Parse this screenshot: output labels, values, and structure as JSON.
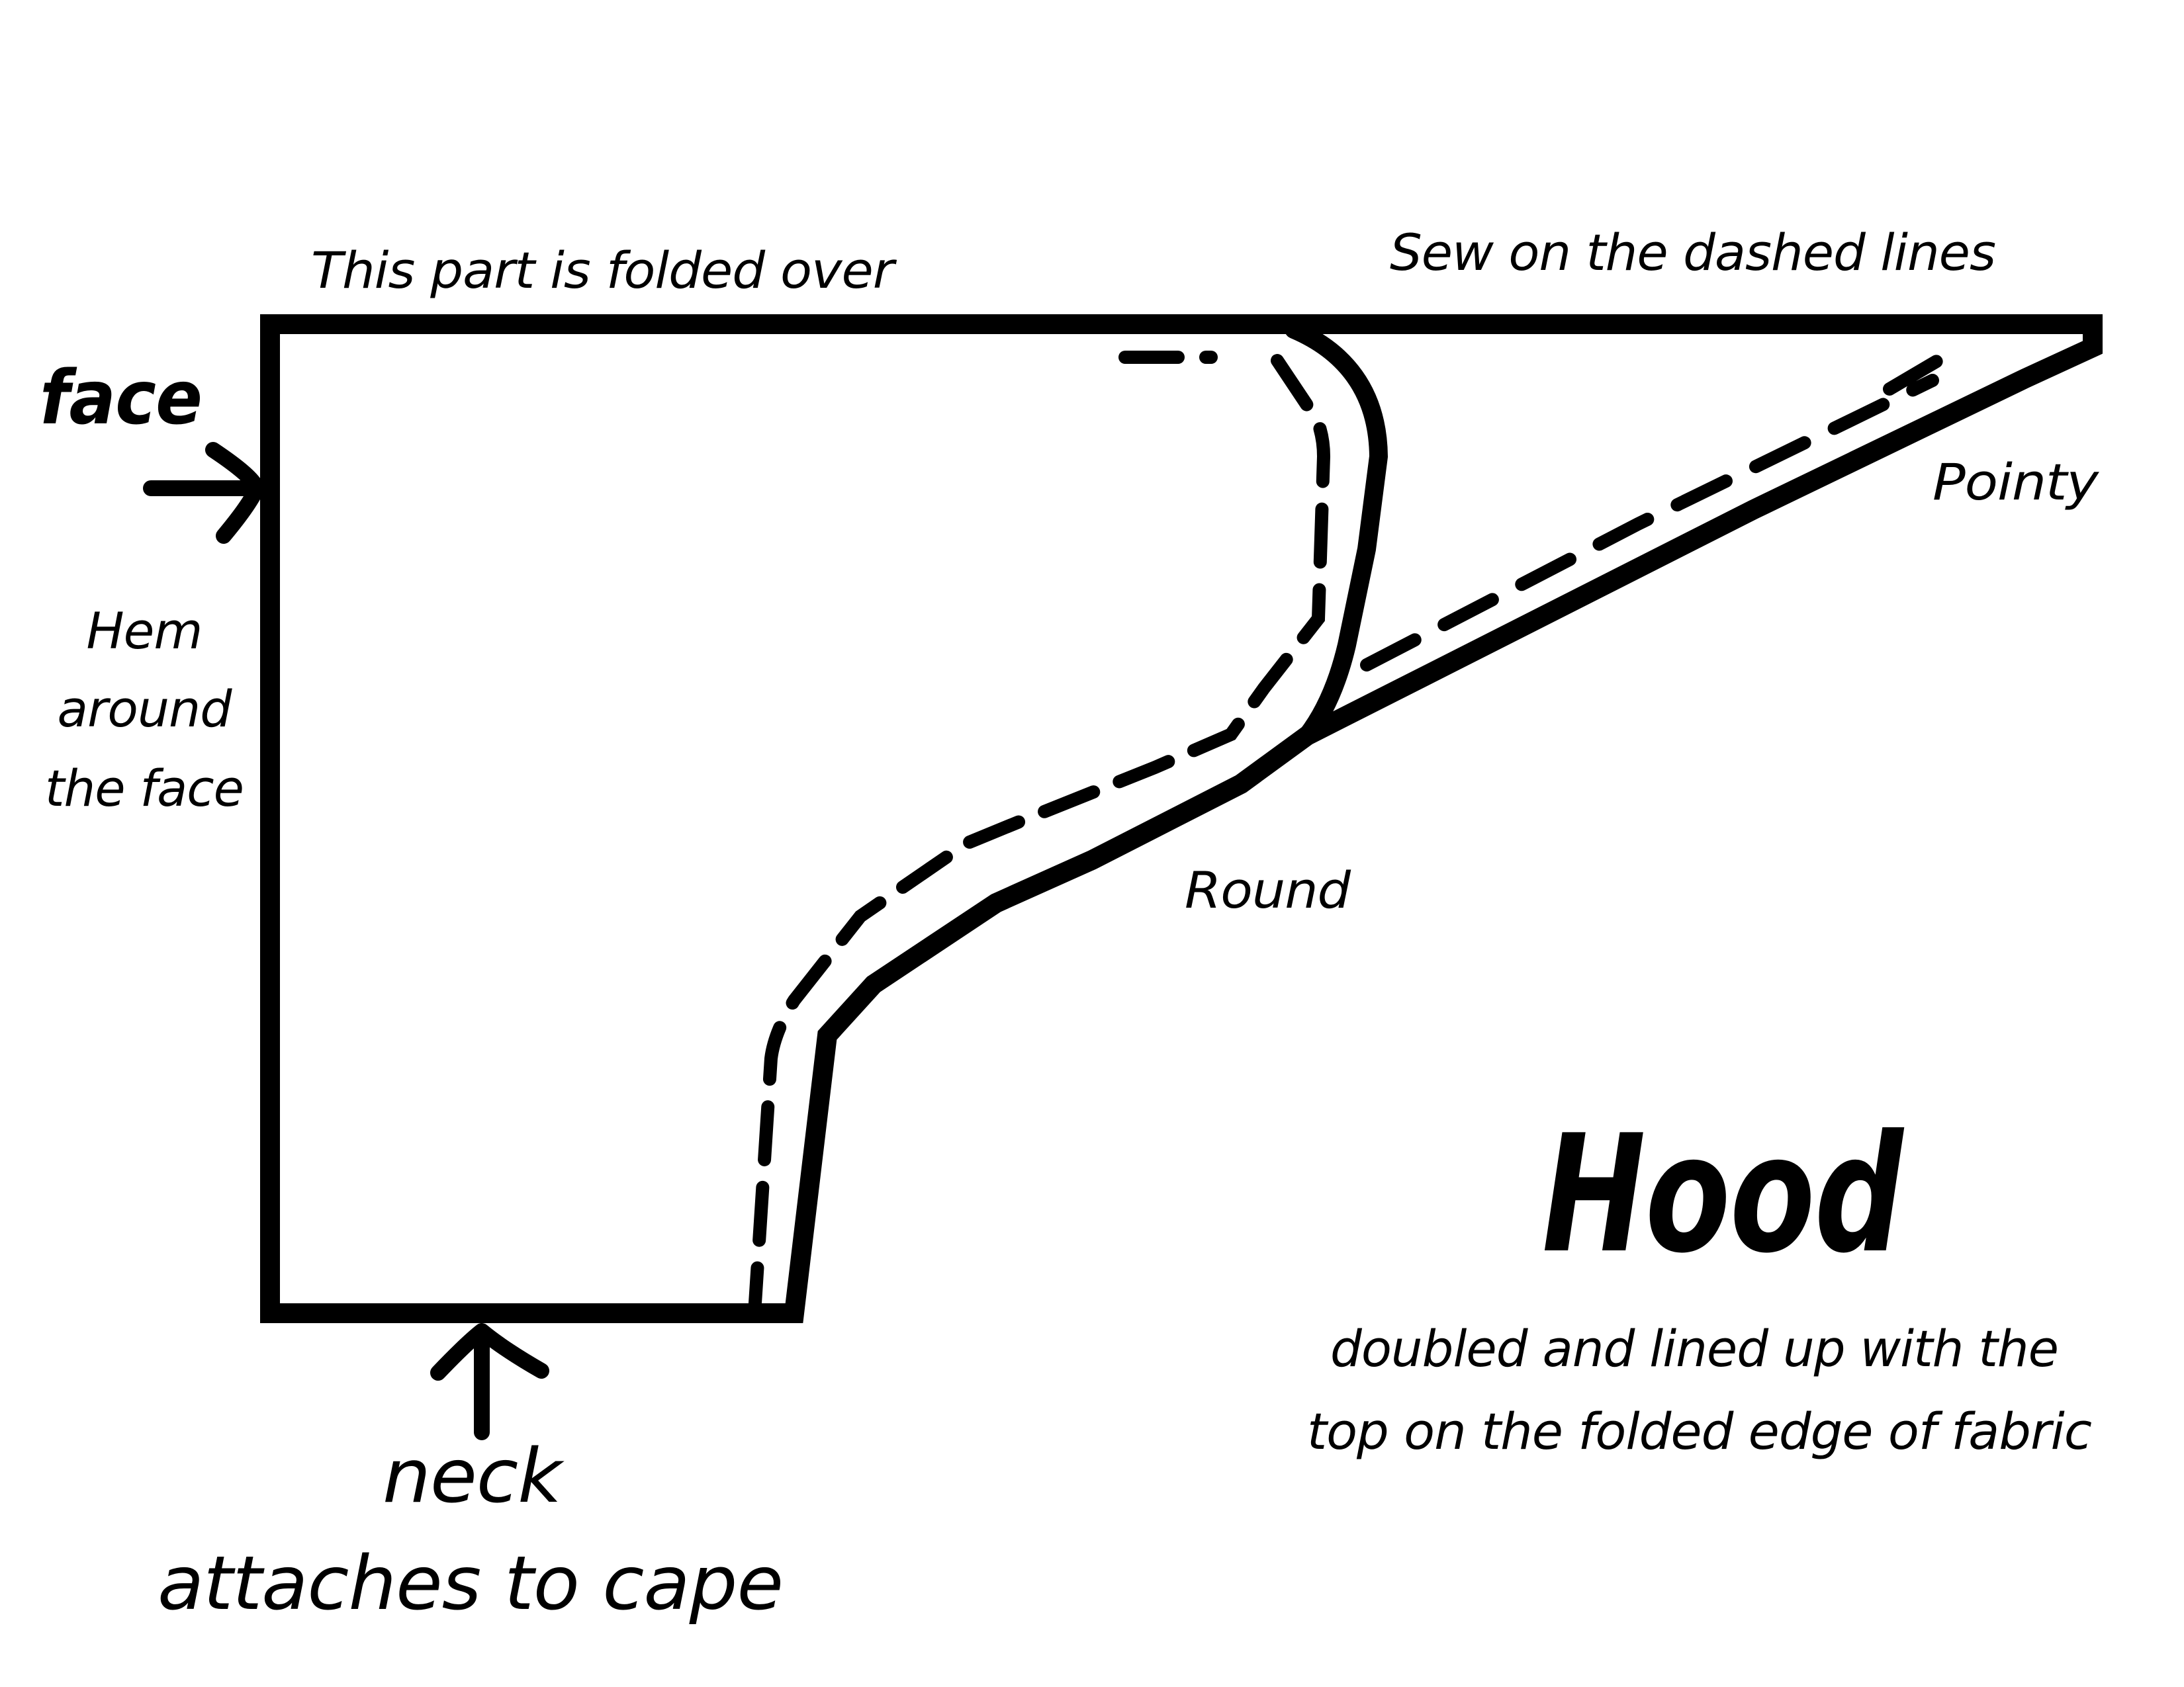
{
  "labels": {
    "folded_over": "This part is folded over",
    "sew_dashed": "Sew on the dashed lines",
    "face": "face",
    "hem_line1": "Hem",
    "hem_line2": "around",
    "hem_line3": "the face",
    "pointy": "Pointy",
    "round": "Round",
    "neck": "neck",
    "attaches": "attaches to cape",
    "title": "Hood",
    "note_line1": "doubled and lined up with the",
    "note_line2": "top on the folded edge of fabric"
  },
  "colors": {
    "ink": "#000000",
    "paper": "#ffffff"
  }
}
